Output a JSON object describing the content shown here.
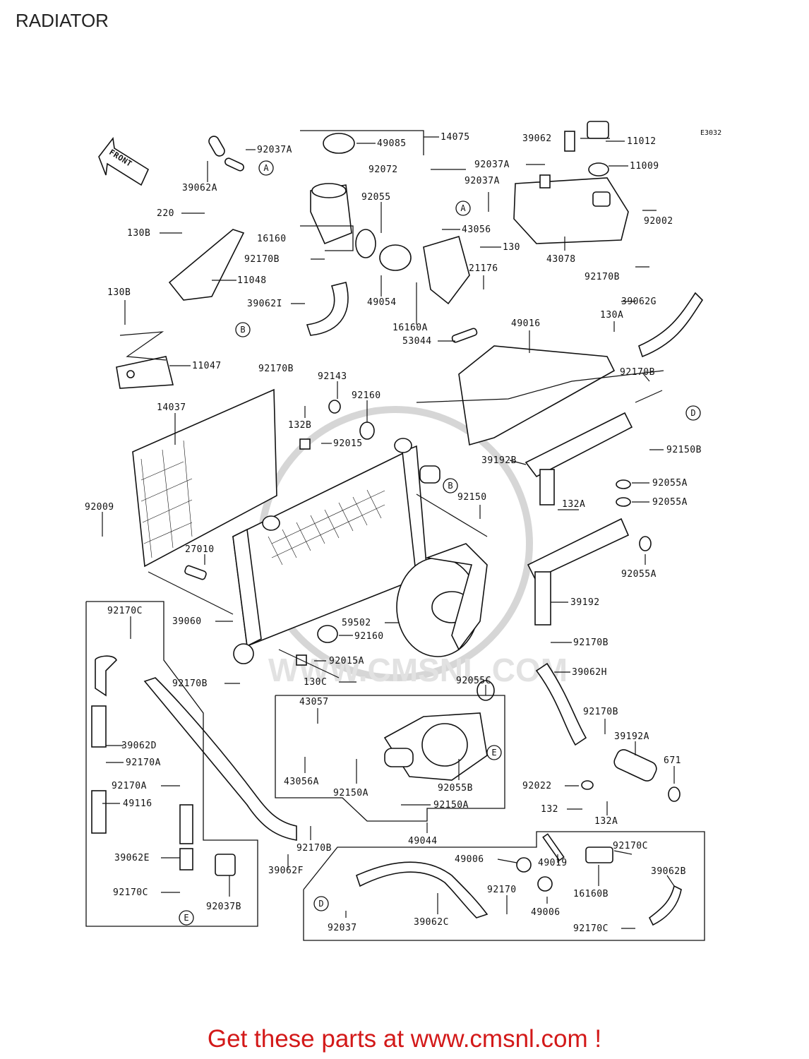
{
  "title": "RADIATOR",
  "diagram_code": "E3032",
  "front_arrow": "FRONT",
  "footer": "Get these parts at www.cmsnl.com !",
  "watermark": "WWW.CMSNL.COM",
  "ref_circles": {
    "a": "A",
    "b": "B",
    "d": "D",
    "e": "E"
  },
  "labels": {
    "p92037A_1": "92037A",
    "p49085": "49085",
    "p14075": "14075",
    "p39062": "39062",
    "p11012": "11012",
    "p39062A": "39062A",
    "p92072": "92072",
    "p92037A_2": "92037A",
    "p11009": "11009",
    "p92037A_3": "92037A",
    "p92055": "92055",
    "p220": "220",
    "p130B_1": "130B",
    "p16160": "16160",
    "p43056": "43056",
    "p92002": "92002",
    "p92170B_1": "92170B",
    "p130": "130",
    "p43078": "43078",
    "p11048": "11048",
    "p21176": "21176",
    "p92170B_2": "92170B",
    "p130B_2": "130B",
    "p39062I": "39062I",
    "p49054": "49054",
    "p39062G": "39062G",
    "p16160A": "16160A",
    "p49016": "49016",
    "p130A": "130A",
    "p53044": "53044",
    "p92170B_3": "92170B",
    "p11047": "11047",
    "p92143": "92143",
    "p92170B_4": "92170B",
    "p14037": "14037",
    "p92160_1": "92160",
    "p132B": "132B",
    "p92015": "92015",
    "p92150B": "92150B",
    "p39192B": "39192B",
    "p92055A_1": "92055A",
    "p92055A_2": "92055A",
    "p92009": "92009",
    "p92150": "92150",
    "p132A_1": "132A",
    "p27010": "27010",
    "p92055A_3": "92055A",
    "p39192": "39192",
    "p92170C_1": "92170C",
    "p39060": "39060",
    "p59502": "59502",
    "p92160_2": "92160",
    "p92170B_5": "92170B",
    "p92015A": "92015A",
    "p39062H": "39062H",
    "p92170B_6": "92170B",
    "p130C": "130C",
    "p92055C": "92055C",
    "p43057": "43057",
    "p92170B_7": "92170B",
    "p39062D": "39062D",
    "p39192A": "39192A",
    "p92170A_1": "92170A",
    "p671": "671",
    "p43056A": "43056A",
    "p92150A_1": "92150A",
    "p92055B": "92055B",
    "p92022": "92022",
    "p92170A_2": "92170A",
    "p49116": "49116",
    "p92150A_2": "92150A",
    "p132": "132",
    "p132A_2": "132A",
    "p49044": "49044",
    "p39062E": "39062E",
    "p92170B_8": "92170B",
    "p39062F": "39062F",
    "p92170C_2": "92170C",
    "p49006_1": "49006",
    "p49019": "49019",
    "p39062B": "39062B",
    "p92170C_3": "92170C",
    "p92037B": "92037B",
    "p92170": "92170",
    "p16160B": "16160B",
    "p49006_2": "49006",
    "p92037": "92037",
    "p39062C": "39062C",
    "p92170C_4": "92170C"
  }
}
